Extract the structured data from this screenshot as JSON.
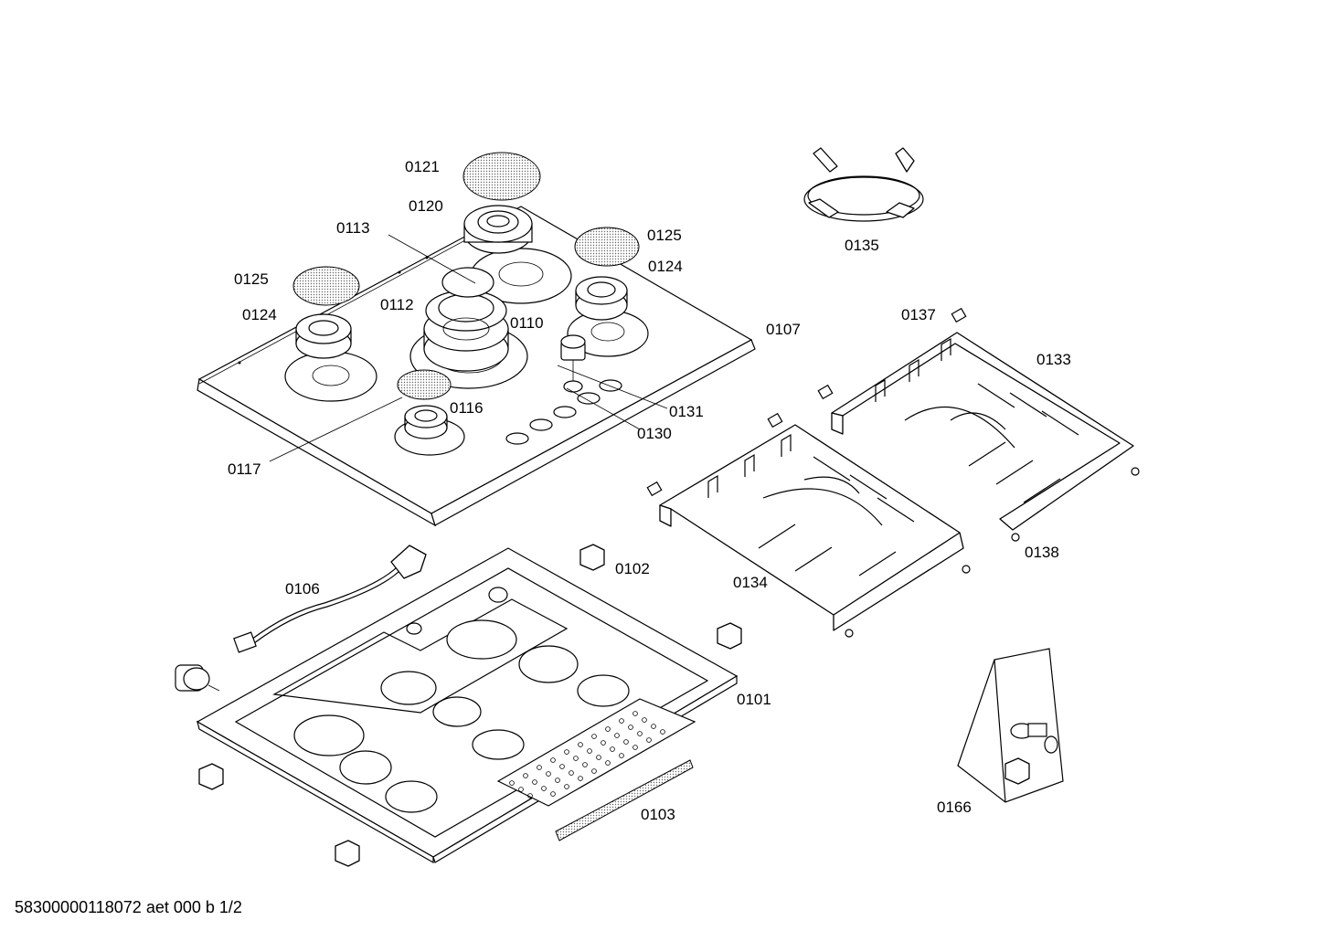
{
  "labels": {
    "p0121": "0121",
    "p0120": "0120",
    "p0113": "0113",
    "p0125a": "0125",
    "p0125b": "0125",
    "p0124a": "0124",
    "p0124b": "0124",
    "p0112": "0112",
    "p0110": "0110",
    "p0107": "0107",
    "p0116": "0116",
    "p0117": "0117",
    "p0131": "0131",
    "p0130": "0130",
    "p0135": "0135",
    "p0137": "0137",
    "p0133": "0133",
    "p0138": "0138",
    "p0134": "0134",
    "p0102": "0102",
    "p0106": "0106",
    "p0101": "0101",
    "p0103": "0103",
    "p0166": "0166"
  },
  "footer": {
    "doc_id": "58300000118072 aet 000 b 1/2"
  }
}
